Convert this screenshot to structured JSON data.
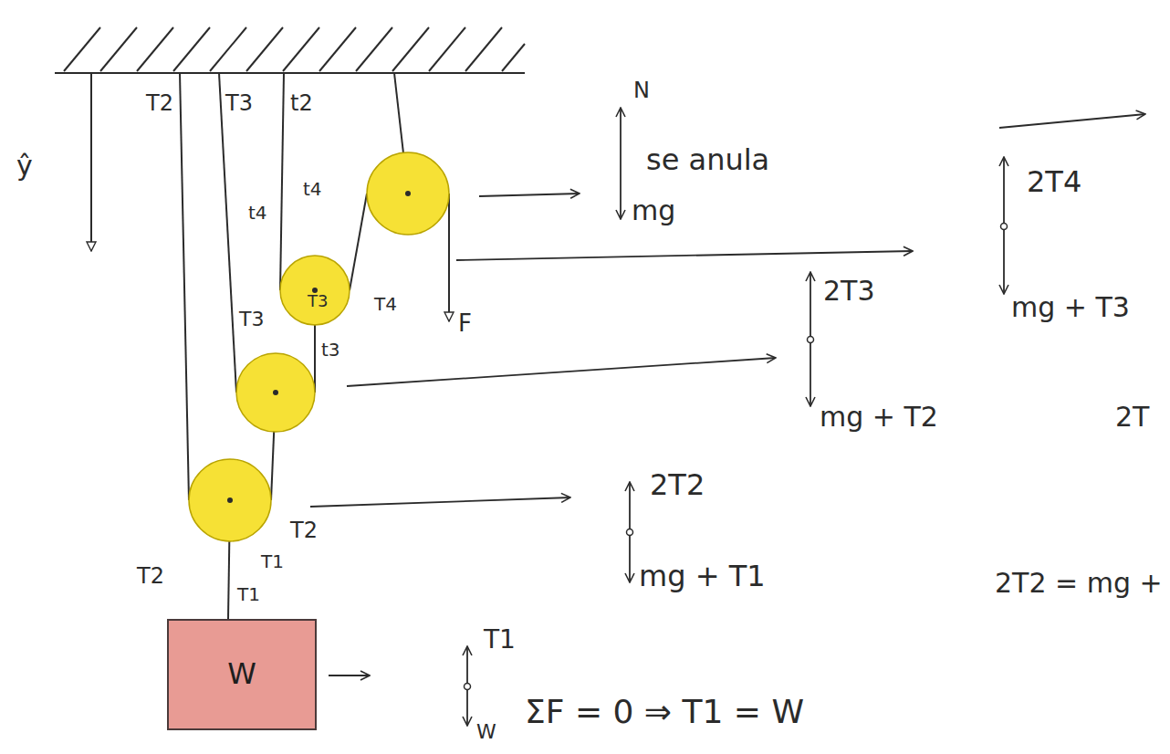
{
  "diagram": {
    "nodes": [
      {
        "text": [
          "W"
        ]
      }
    ],
    "labels": [
      "ŷ",
      "T2",
      "T3",
      "t2",
      "t4",
      "t4",
      "T3",
      "T3",
      "T4",
      "F",
      "t3",
      "T2",
      "T2",
      "T1",
      "T1",
      "T1",
      "W",
      "ΣF = 0 ⇒ T1 = W",
      "N",
      "se anula",
      "mg",
      "2T4",
      "mg + T3",
      "2T3",
      "mg + T2",
      "2T",
      "2T2",
      "mg + T1",
      "2T2 = mg +"
    ]
  }
}
